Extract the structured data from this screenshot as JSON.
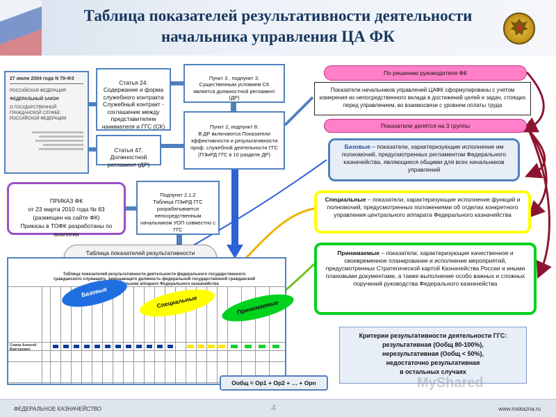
{
  "header": {
    "title_line1": "Таблица показателей результативности деятельности",
    "title_line2": "начальника управления ЦА ФК",
    "emblem_icon": "double-headed-eagle-emblem"
  },
  "doc_scan": {
    "head": "27 июля 2004 года  N 79-ФЗ",
    "line1": "РОССИЙСКАЯ ФЕДЕРАЦИЯ",
    "line2": "ФЕДЕРАЛЬНЫЙ ЗАКОН",
    "line3": "О ГОСУДАРСТВЕННОЙ ГРАЖДАНСКОЙ СЛУЖБЕ РОССИЙСКОЙ ФЕДЕРАЦИИ"
  },
  "article24": "Статья 24.\nСодержание и форма служебного контракта Служебный контракт - соглашение между представителем нанимателя и ГГС (СК)",
  "article47": "Статья 47.\nДолжностной регламент (ДР)",
  "point3": "Пункт 3 , подпункт 3:\nСущественным условием СК является должностной регламент (ДР)",
  "point2": "Пункт 2, подпункт 8:\nВ ДР включаются Показатели эффективности и результативности проф. служебной деятельности ГГС (ПЭиРД ГГС в 10 разделе ДР)",
  "order_fk": "ПРИКАЗ ФК\nот 23 марта 2010 года № 63\n(размещен на сайте ФК)\nПриказы в ТОФК разработаны по аналогии",
  "subpoint": "Подпункт 2.1.2\nТаблица ПЭиРД ГГС разрабатывается непосредственным начальником УОП совместно с ГГС",
  "cloud_label": "Таблица показателей результативности начальника управления ЦА ФК",
  "decision_pill": "По решению руководителя ФК",
  "decision_text": "Показатели начальников управлений ЦАФК сформулированы с учетом измерения их непосредственного вклада в достижений целей и задач, стоящих перед управлением, во взаимосвязи с уровнем оплаты труда",
  "groups_pill": "Показатели делятся на 3 группы",
  "group_basic_term": "Базовые",
  "group_basic_text": " – показатели, характеризующие исполнение им полномочий, предусмотренных регламентом Федерального казначейства, являющиеся общими для всех начальников управлений",
  "group_special_term": "Специальные",
  "group_special_text": " – показатели, характеризующие исполнение функций и полномочий, предусмотренных положениями об отделах конкретного управления центрального аппарата Федерального казначейства",
  "group_accepted_term": "Принимаемые",
  "group_accepted_text": " – показатели, характеризующие качественное и своевременное планирование и исполнение мероприятий, предусмотренных Стратегической картой Казначейства России и иными плановыми документами, а также выполнение особо важных и сложных поручений руководства Федерального казначейства",
  "criteria": {
    "title": "Критерии результативности деятельности ГГС:",
    "l1": "результативная (Ообщ 80-100%),",
    "l2": "нерезультативная (Ообщ < 50%),",
    "l3": "недостаточно результативная",
    "l4": "в остальных случаях"
  },
  "formula": "Ообщ = Ор1 + Ор2 + … + Орn",
  "tags": {
    "basic": "Базовые",
    "special": "Специальные",
    "accepted": "Принимаемые"
  },
  "scan_caption": "Таблица показателей результативности деятельности федерального государственного гражданского служащего, замещающего должность федеральной государственной гражданской службы в центральном аппарате Федерального казначейства",
  "scan_row_name": "Сомов Алексей Викторович",
  "footer": {
    "left": "ФЕДЕРАЛЬНОЕ КАЗНАЧЕЙСТВО",
    "page": "4",
    "right": "www.roskazna.ru"
  },
  "watermark": "MyShared",
  "colors": {
    "title": "#17375e",
    "blue_border": "#4f81bd",
    "pink": "#ff7fc8",
    "yellow": "#ffff00",
    "green": "#00d21e",
    "basic_box": "#e8eef8",
    "arrow_blue": "#2d62d6",
    "arrow_red": "#8b1530"
  }
}
